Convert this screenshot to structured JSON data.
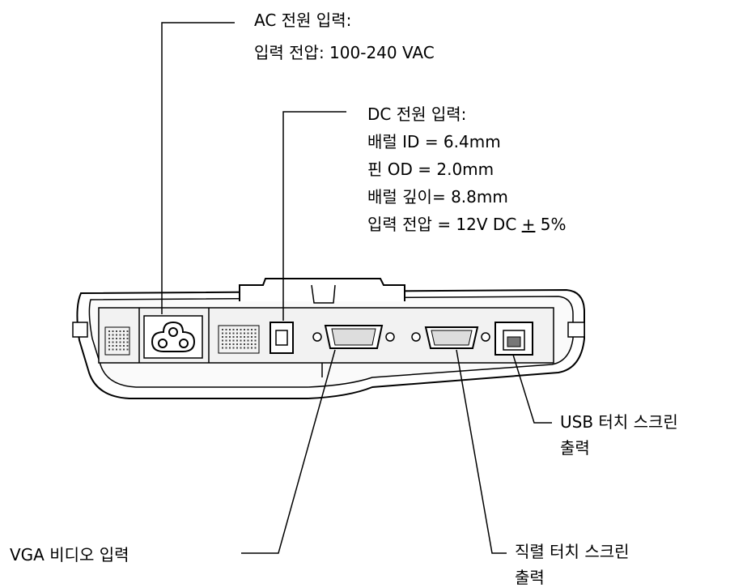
{
  "callouts": {
    "ac_power": {
      "title": "AC 전원 입력:",
      "lines": [
        "입력 전압: 100-240 VAC"
      ]
    },
    "dc_power": {
      "title": "DC 전원 입력:",
      "lines": [
        "배럴 ID = 6.4mm",
        "핀 OD = 2.0mm",
        "배럴 깊이= 8.8mm"
      ],
      "voltage_prefix": "입력 전압 = 12V DC ",
      "voltage_pm": "+",
      "voltage_suffix": " 5%"
    },
    "usb_touch": {
      "line1": "USB 터치 스크린",
      "line2": "출력"
    },
    "serial_touch": {
      "line1": "직렬 터치 스크린",
      "line2": "출력"
    },
    "vga_video": {
      "line1": "VGA 비디오 입력"
    }
  },
  "colors": {
    "line": "#000000",
    "panel": "#f2f2f2",
    "body": "#ffffff"
  }
}
